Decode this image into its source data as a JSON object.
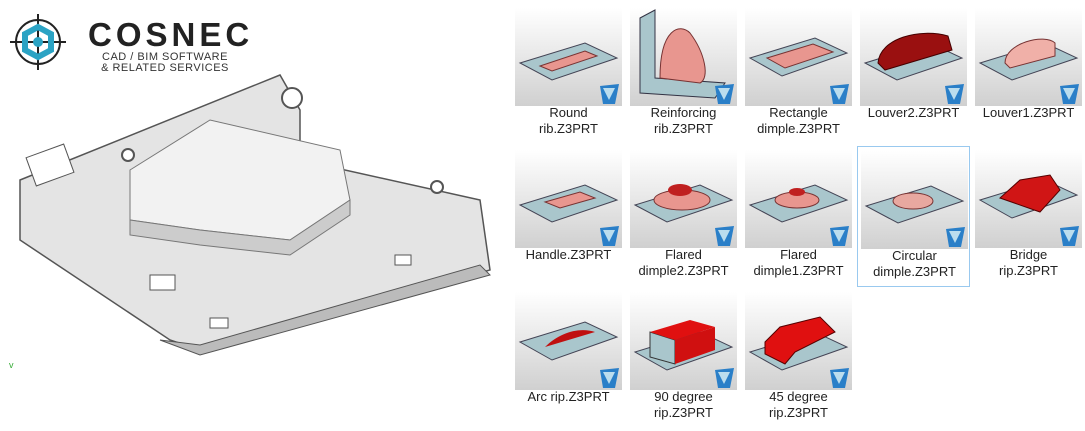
{
  "logo": {
    "brand": "COSNEC",
    "tagline1": "CAD / BIM SOFTWARE",
    "tagline2": "& RELATED SERVICES"
  },
  "viewport": {
    "axis_label": "v"
  },
  "files": [
    {
      "line1": "Round",
      "line2": "rib.Z3PRT",
      "shape": "rib"
    },
    {
      "line1": "Reinforcing",
      "line2": "rib.Z3PRT",
      "shape": "reinforce"
    },
    {
      "line1": "Rectangle",
      "line2": "dimple.Z3PRT",
      "shape": "rect"
    },
    {
      "line1": "",
      "line2": "Louver2.Z3PRT",
      "shape": "louver2"
    },
    {
      "line1": "",
      "line2": "Louver1.Z3PRT",
      "shape": "louver1"
    },
    {
      "line1": "",
      "line2": "Handle.Z3PRT",
      "shape": "handle"
    },
    {
      "line1": "Flared",
      "line2": "dimple2.Z3PRT",
      "shape": "flared2"
    },
    {
      "line1": "Flared",
      "line2": "dimple1.Z3PRT",
      "shape": "flared1"
    },
    {
      "line1": "Circular",
      "line2": "dimple.Z3PRT",
      "shape": "circ",
      "selected": true
    },
    {
      "line1": "Bridge",
      "line2": "rip.Z3PRT",
      "shape": "bridge"
    },
    {
      "line1": "",
      "line2": "Arc rip.Z3PRT",
      "shape": "arc"
    },
    {
      "line1": "90 degree",
      "line2": "rip.Z3PRT",
      "shape": "box90"
    },
    {
      "line1": "45 degree",
      "line2": "rip.Z3PRT",
      "shape": "box45"
    }
  ]
}
